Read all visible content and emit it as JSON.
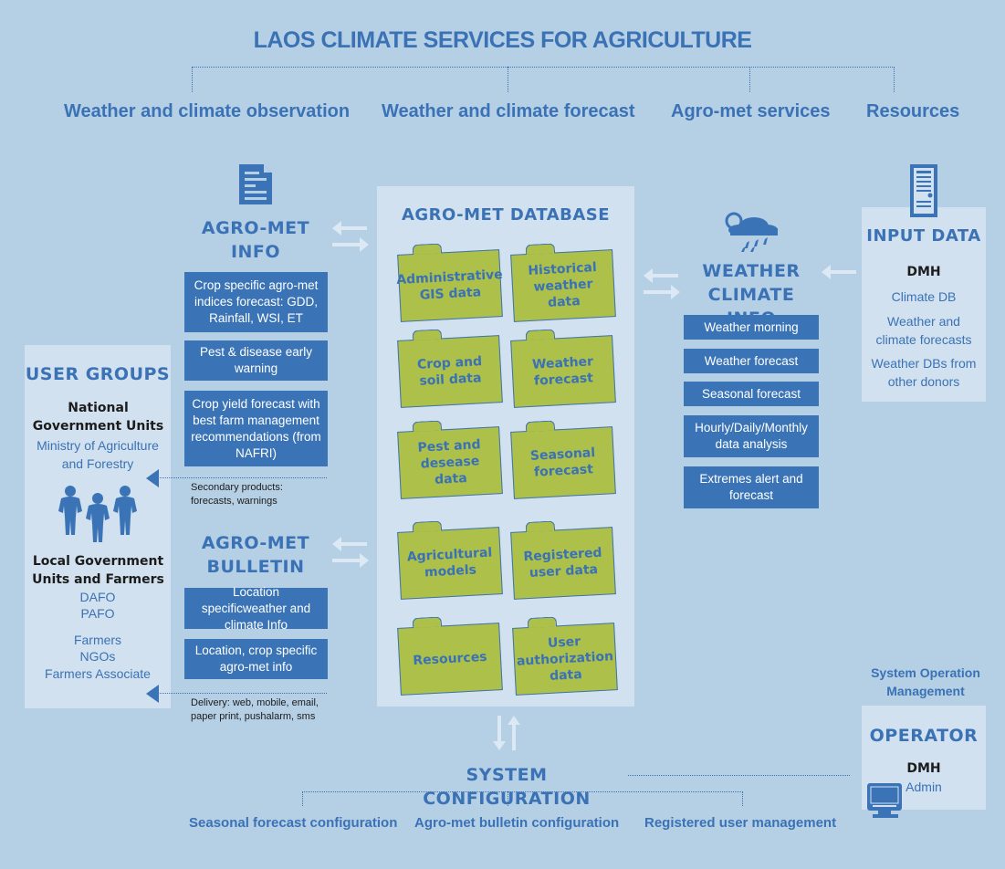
{
  "title": "LAOS CLIMATE SERVICES FOR AGRICULTURE",
  "categories": [
    "Weather and climate observation",
    "Weather and climate forecast",
    "Agro-met services",
    "Resources"
  ],
  "agromet_info": {
    "title_line1": "AGRO-MET",
    "title_line2": "INFO",
    "icon": "document-icon",
    "items": [
      "Crop specific agro-met indices forecast: GDD, Rainfall, WSI, ET",
      "Pest & disease early warning",
      "Crop yield forecast with best farm management recommendations (from NAFRI)"
    ],
    "note": "Secondary products: forecasts, warnings"
  },
  "agromet_bulletin": {
    "title_line1": "AGRO-MET",
    "title_line2": "BULLETIN",
    "items": [
      "Location specificweather and climate Info",
      "Location, crop specific agro-met info"
    ],
    "note": "Delivery: web, mobile, email, paper print, pushalarm, sms"
  },
  "user_groups": {
    "title": "USER GROUPS",
    "national_heading": "National Government Units",
    "national_items": [
      "Ministry of Agriculture and Forestry"
    ],
    "icon": "people-icon",
    "local_heading": "Local Government Units and Farmers",
    "local_items_a": [
      "DAFO",
      "PAFO"
    ],
    "local_items_b": [
      "Farmers",
      "NGOs",
      "Farmers Associate"
    ]
  },
  "database": {
    "title": "AGRO-MET DATABASE",
    "folders": [
      "Administrative GIS data",
      "Historical weather data",
      "Crop and soil data",
      "Weather forecast",
      "Pest and desease data",
      "Seasonal forecast",
      "Agricultural models",
      "Registered user data",
      "Resources",
      "User authorization data"
    ]
  },
  "weather_info": {
    "title_line1": "WEATHER",
    "title_line2": "CLIMATE INFO",
    "icon": "cloud-rain-icon",
    "items": [
      "Weather morning",
      "Weather forecast",
      "Seasonal forecast",
      "Hourly/Daily/Monthly data analysis",
      "Extremes alert and forecast"
    ]
  },
  "input_data": {
    "title": "INPUT DATA",
    "icon": "server-icon",
    "org": "DMH",
    "items": [
      "Climate DB",
      "Weather and climate forecasts",
      "Weather DBs from other donors"
    ]
  },
  "operator": {
    "caption": "System Operation Management",
    "title": "OPERATOR",
    "org": "DMH",
    "role": "Admin",
    "icon": "computer-icon"
  },
  "system_config": {
    "title": "SYSTEM CONFIGURATION",
    "items": [
      "Seasonal forecast configuration",
      "Agro-met bulletin configuration",
      "Registered user management"
    ]
  },
  "colors": {
    "background": "#b5cfe5",
    "panel": "#d2e1ef",
    "accent_blue": "#3a74b6",
    "folder_green": "#adc04a",
    "text_dark": "#1c1c1c"
  }
}
